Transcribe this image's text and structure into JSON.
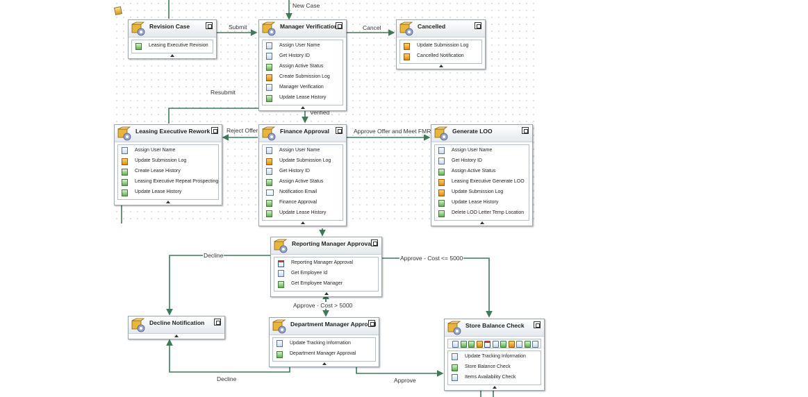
{
  "activities": {
    "revision_case": {
      "title": "Revision Case",
      "items": [
        "Leasing Executive Revision"
      ]
    },
    "manager_verification": {
      "title": "Manager Verification",
      "items": [
        "Assign User Name",
        "Get History ID",
        "Assign Active Status",
        "Create Submission Log",
        "Manager Verification",
        "Update Lease History"
      ]
    },
    "cancelled": {
      "title": "Cancelled",
      "items": [
        "Update Submission Log",
        "Cancelled Notification"
      ]
    },
    "leasing_executive_rework": {
      "title": "Leasing Executive Rework",
      "items": [
        "Assign User Name",
        "Update Submission Log",
        "Create Lease History",
        "Leasing Executive Repeat Prospecting",
        "Update Lease History"
      ]
    },
    "finance_approval": {
      "title": "Finance Approval",
      "items": [
        "Assign User Name",
        "Update Submission Log",
        "Get History ID",
        "Assign Active Status",
        "Notification Email",
        "Finance Approval",
        "Update Lease History"
      ]
    },
    "generate_loo": {
      "title": "Generate LOO",
      "items": [
        "Assign User Name",
        "Get History ID",
        "Assign Active Status",
        "Leasing Executive Generate LOO",
        "Update Submission Log",
        "Update Lease History",
        "Delete LOO Letter Temp Location"
      ]
    },
    "reporting_manager_approval": {
      "title": "Reporting Manager Approval",
      "items": [
        "Reporting Manager Approval",
        "Get Employee Id",
        "Get Employee Manager"
      ]
    },
    "decline_notification": {
      "title": "Decline Notification",
      "items": []
    },
    "department_manager_approval": {
      "title": "Department Manager Approval",
      "items": [
        "Update Tracking Information",
        "Department Manager Approval"
      ]
    },
    "store_balance_check": {
      "title": "Store Balance Check",
      "items": [
        "Update Tracking Information",
        "Store Balance Check",
        "Items Availability Check"
      ]
    }
  },
  "connector_labels": {
    "new_case": "New Case",
    "submit": "Submit",
    "cancel": "Cancel",
    "resubmit": "Resubmit",
    "verified": "Verified",
    "reject_offer": "Reject Offer",
    "approve_offer": "Approve Offer and Meet FMR",
    "decline_top": "Decline",
    "approve_low": "Approve - Cost <= 5000",
    "approve_high": "Approve - Cost > 5000",
    "decline_bottom": "Decline",
    "approve": "Approve"
  },
  "colors": {
    "connector": "#3d7a58",
    "frame": "#9aa6b0"
  },
  "icons": {
    "activity": "activity-package-gear-icon",
    "page": "page-icon",
    "database": "database-icon",
    "green": "data-icon",
    "calendar": "calendar-icon",
    "mail": "mail-icon"
  }
}
